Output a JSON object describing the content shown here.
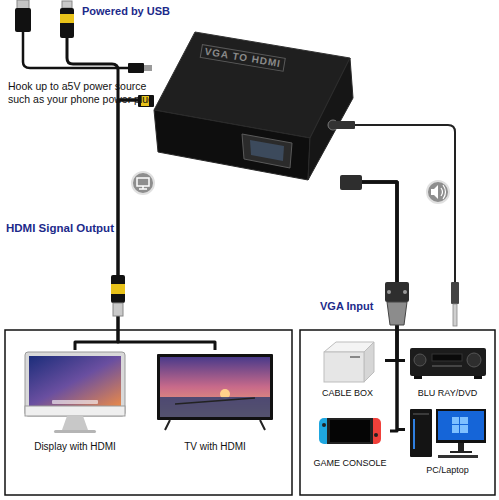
{
  "diagram": {
    "nodes": [
      {
        "text": [
          "VGA TO HDMI"
        ]
      },
      {
        "text": [
          "Display with HDMI"
        ]
      },
      {
        "text": [
          "TV with HDMI"
        ]
      },
      {
        "text": [
          "CABLE BOX"
        ]
      },
      {
        "text": [
          "BLU RAY/DVD"
        ]
      },
      {
        "text": [
          "GAME CONSOLE"
        ]
      },
      {
        "text": [
          "PC/Laptop"
        ]
      }
    ],
    "edges": [
      {
        "from": 0,
        "to": 1,
        "arrow": "none",
        "label": "HDMI Signal Output"
      },
      {
        "from": 0,
        "to": 2,
        "arrow": "none"
      },
      {
        "from": 3,
        "to": 0,
        "arrow": "none",
        "label": "VGA Input"
      },
      {
        "from": 4,
        "to": 0,
        "arrow": "none"
      },
      {
        "from": 5,
        "to": 0,
        "arrow": "none"
      },
      {
        "from": 6,
        "to": 0,
        "arrow": "none"
      }
    ],
    "labels": [
      "Powered by USB",
      "Hook up to a5V power source such as your phone power plug"
    ]
  }
}
